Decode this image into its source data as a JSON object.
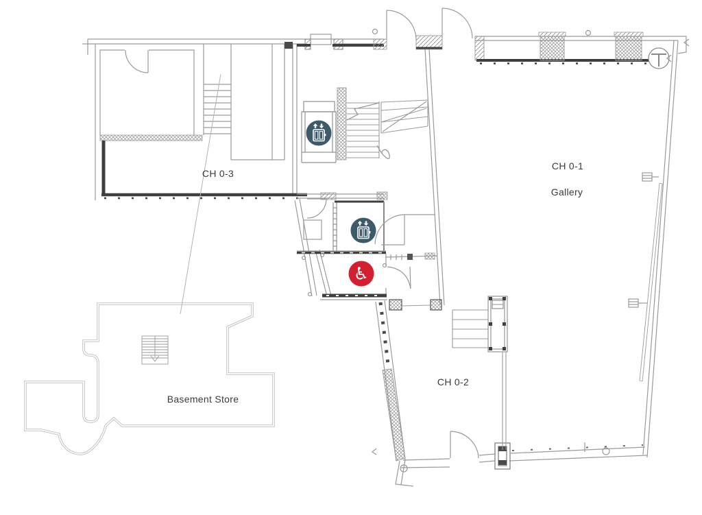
{
  "rooms": {
    "ch03": {
      "label": "CH 0-3"
    },
    "ch01": {
      "label": "CH 0-1",
      "sublabel": "Gallery"
    },
    "ch02": {
      "label": "CH 0-2"
    },
    "basement": {
      "label": "Basement Store"
    }
  },
  "icons": {
    "lift_upper": {
      "color": "#3d5a6a"
    },
    "lift_lower": {
      "color": "#3d5a6a"
    },
    "accessible_wc": {
      "color": "#d41f30",
      "glyph": "♿"
    }
  },
  "colors": {
    "wall_thin": "#9a9a9a",
    "wall_dark": "#3f3f3f",
    "basement_outline": "#bdbdbd",
    "text": "#3a3a3a"
  }
}
